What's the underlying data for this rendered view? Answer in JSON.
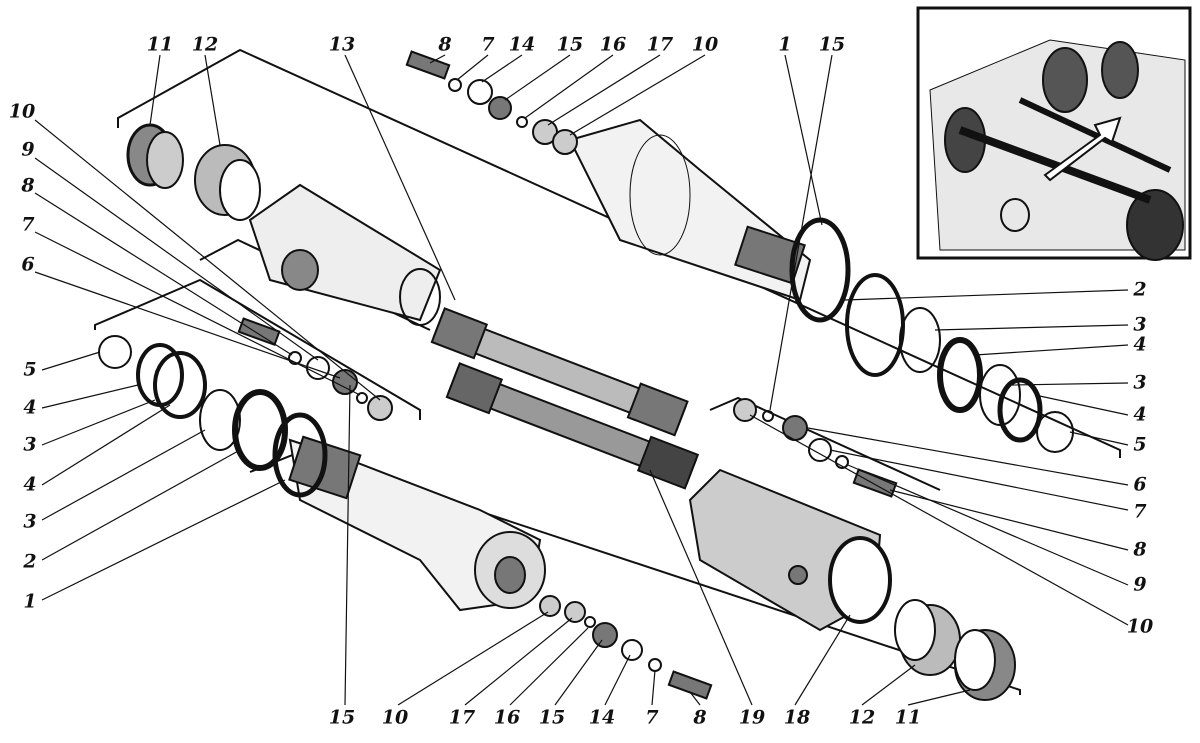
{
  "labels": {
    "top": [
      "11",
      "12",
      "13",
      "8",
      "7",
      "14",
      "15",
      "16",
      "17",
      "10",
      "1",
      "15"
    ],
    "left": [
      "10",
      "9",
      "8",
      "7",
      "6",
      "5",
      "4",
      "3",
      "4",
      "3",
      "2",
      "1"
    ],
    "right": [
      "2",
      "3",
      "4",
      "3",
      "4",
      "5",
      "6",
      "7",
      "8",
      "9",
      "10"
    ],
    "bottom": [
      "15",
      "10",
      "17",
      "16",
      "15",
      "14",
      "7",
      "8",
      "19",
      "18",
      "12",
      "11"
    ]
  },
  "colors": {
    "ink": "#111111",
    "paper": "#ffffff"
  }
}
